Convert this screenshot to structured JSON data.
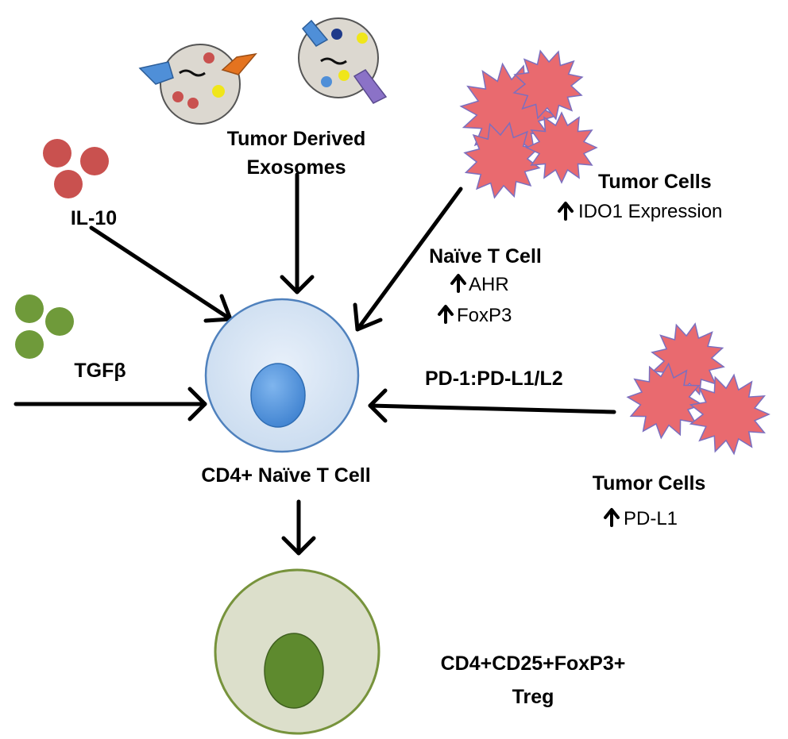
{
  "labels": {
    "exosomes_line1": "Tumor Derived",
    "exosomes_line2": "Exosomes",
    "il10": "IL-10",
    "tgfb": "TGFβ",
    "naive_line1": "Naïve T Cell",
    "naive_ahr": "AHR",
    "naive_foxp3": "FoxP3",
    "tumor_top_title": "Tumor Cells",
    "tumor_top_sub": "IDO1 Expression",
    "pd1": "PD-1:PD-L1/L2",
    "tumor_bottom_title": "Tumor Cells",
    "tumor_bottom_sub": "PD-L1",
    "center_cell": "CD4+ Naïve T Cell",
    "treg_line1": "CD4+CD25+FoxP3+",
    "treg_line2": "Treg"
  },
  "colors": {
    "il10_dots": "#c9514f",
    "tgfb_dots": "#6f9a3a",
    "naive_cell_fill": "#dbe7f5",
    "naive_cell_stroke": "#4f81bd",
    "naive_nucleus": "#4a8fd8",
    "treg_cell_fill": "#dcdfcb",
    "treg_cell_stroke": "#77933c",
    "treg_nucleus": "#5e8a2e",
    "tumor_fill": "#e96a6f",
    "tumor_stroke": "#7b6fbf",
    "exosome_fill": "#dcd8d0"
  }
}
